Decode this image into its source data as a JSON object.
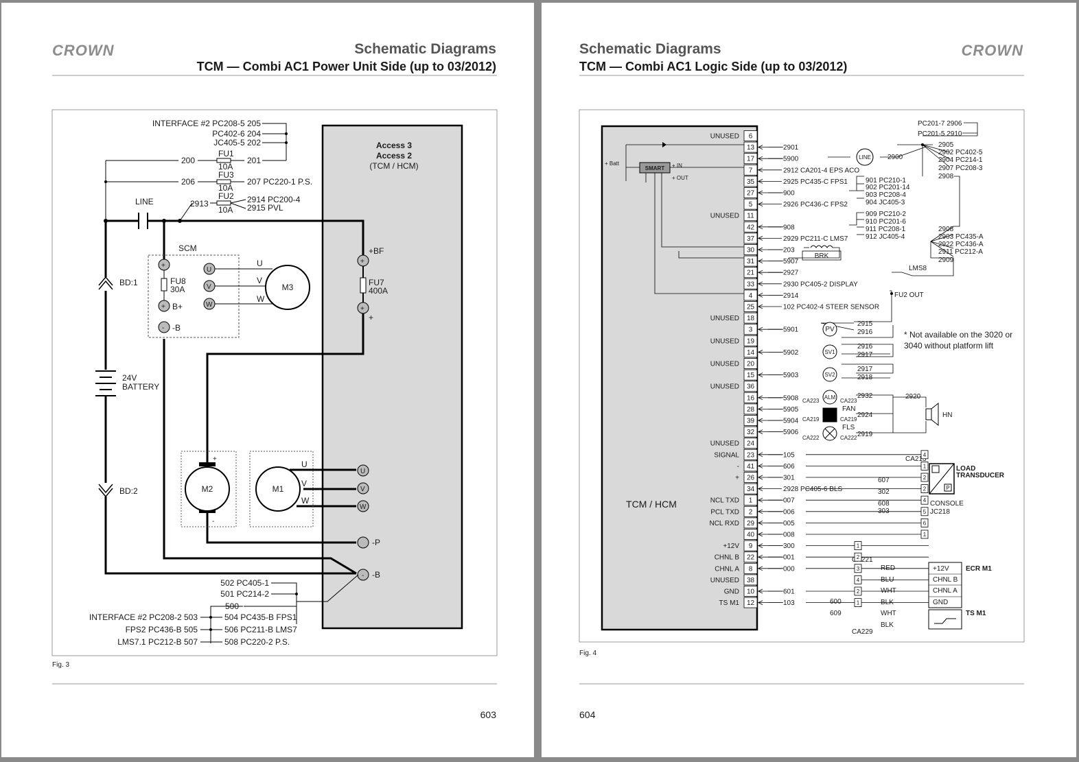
{
  "left": {
    "logo": "CROWN",
    "section_title": "Schematic Diagrams",
    "subtitle": "TCM — Combi AC1 Power Unit Side (up to 03/2012)",
    "fig": "Fig. 3",
    "page_number": "603",
    "block_title": [
      "Access 3",
      "Access 2",
      "(TCM / HCM)"
    ],
    "labels": {
      "if205": "INTERFACE #2 PC208-5 205",
      "pc402": "PC402-6 204",
      "jc405": "JC405-5 202",
      "w200": "200",
      "w201": "201",
      "fu1": "FU1",
      "fu1a": "10A",
      "w206": "206",
      "w207": "207 PC220-1 P.S.",
      "fu3": "FU3",
      "fu3a": "10A",
      "line": "LINE",
      "w2913": "2913",
      "fu2": "FU2",
      "fu2a": "10A",
      "w2914": "2914 PC200-4",
      "w2915": "2915 PVL",
      "scm": "SCM",
      "fu8": "FU8",
      "fu8a": "30A",
      "bplus": "B+",
      "bminus": "-B",
      "u": "U",
      "v": "V",
      "w": "W",
      "m3": "M3",
      "m2": "M2",
      "m1": "M1",
      "bd1": "BD:1",
      "bd2": "BD:2",
      "batt_v": "24V",
      "batt": "BATTERY",
      "bf": "+BF",
      "fu7": "FU7",
      "fu7a": "400A",
      "plus": "+",
      "minus_p": "-P",
      "minus_b": "-B",
      "p502": "502 PC405-1",
      "p501": "501 PC214-2",
      "p500": "500",
      "if503": "INTERFACE #2 PC208-2 503",
      "p504": "504 PC435-B FPS1",
      "fps2": "FPS2 PC436-B 505",
      "p506": "506 PC211-B LMS7",
      "lms71": "LMS7.1 PC212-B 507",
      "p508": "508 PC220-2 P.S."
    }
  },
  "right": {
    "logo": "CROWN",
    "section_title": "Schematic Diagrams",
    "subtitle": "TCM — Combi AC1 Logic Side (up to 03/2012)",
    "fig": "Fig. 4",
    "page_number": "604",
    "module_label": "TCM / HCM",
    "note": [
      "* Not available on the 3020 or",
      "3040 without platform lift"
    ],
    "pins": [
      {
        "side": "UNUSED",
        "pin": "6",
        "wire": ""
      },
      {
        "side": "",
        "pin": "13",
        "wire": "2901"
      },
      {
        "side": "",
        "pin": "17",
        "wire": "5900"
      },
      {
        "side": "",
        "pin": "7",
        "wire": "2912 CA201-4 EPS ACO"
      },
      {
        "side": "",
        "pin": "35",
        "wire": "2925 PC435-C FPS1"
      },
      {
        "side": "",
        "pin": "27",
        "wire": "900"
      },
      {
        "side": "",
        "pin": "5",
        "wire": "2926 PC436-C FPS2"
      },
      {
        "side": "UNUSED",
        "pin": "11",
        "wire": ""
      },
      {
        "side": "",
        "pin": "42",
        "wire": "908"
      },
      {
        "side": "",
        "pin": "37",
        "wire": "2929 PC211-C LMS7"
      },
      {
        "side": "",
        "pin": "30",
        "wire": "203"
      },
      {
        "side": "",
        "pin": "31",
        "wire": "5907"
      },
      {
        "side": "",
        "pin": "21",
        "wire": "2927"
      },
      {
        "side": "",
        "pin": "33",
        "wire": "2930 PC405-2 DISPLAY"
      },
      {
        "side": "",
        "pin": "4",
        "wire": "2914"
      },
      {
        "side": "",
        "pin": "25",
        "wire": "102 PC402-4 STEER SENSOR"
      },
      {
        "side": "UNUSED",
        "pin": "18",
        "wire": ""
      },
      {
        "side": "",
        "pin": "3",
        "wire": "5901"
      },
      {
        "side": "UNUSED",
        "pin": "19",
        "wire": ""
      },
      {
        "side": "",
        "pin": "14",
        "wire": "5902"
      },
      {
        "side": "UNUSED",
        "pin": "20",
        "wire": ""
      },
      {
        "side": "",
        "pin": "15",
        "wire": "5903"
      },
      {
        "side": "UNUSED",
        "pin": "36",
        "wire": ""
      },
      {
        "side": "",
        "pin": "16",
        "wire": "5908"
      },
      {
        "side": "",
        "pin": "28",
        "wire": "5905"
      },
      {
        "side": "",
        "pin": "39",
        "wire": "5904"
      },
      {
        "side": "",
        "pin": "32",
        "wire": "5906"
      },
      {
        "side": "UNUSED",
        "pin": "24",
        "wire": ""
      },
      {
        "side": "SIGNAL",
        "pin": "23",
        "wire": "105"
      },
      {
        "side": "-",
        "pin": "41",
        "wire": "606"
      },
      {
        "side": "+",
        "pin": "26",
        "wire": "301"
      },
      {
        "side": "",
        "pin": "34",
        "wire": "2928 PC405-6 BLS"
      },
      {
        "side": "NCL TXD",
        "pin": "1",
        "wire": "007"
      },
      {
        "side": "PCL TXD",
        "pin": "2",
        "wire": "006"
      },
      {
        "side": "NCL RXD",
        "pin": "29",
        "wire": "005"
      },
      {
        "side": "",
        "pin": "40",
        "wire": "008"
      },
      {
        "side": "+12V",
        "pin": "9",
        "wire": "300"
      },
      {
        "side": "CHNL B",
        "pin": "22",
        "wire": "001"
      },
      {
        "side": "CHNL A",
        "pin": "8",
        "wire": "000"
      },
      {
        "side": "UNUSED",
        "pin": "38",
        "wire": ""
      },
      {
        "side": "GND",
        "pin": "10",
        "wire": "601"
      },
      {
        "side": "TS M1",
        "pin": "12",
        "wire": "103"
      }
    ],
    "labels": {
      "pc2017": "PC201-7 2906",
      "pc2015": "PC201-5 2910",
      "w2905": "2905",
      "w2902": "2902 PC402-5",
      "w2904": "2904 PC214-1",
      "w2907": "2907 PC208-3",
      "w2908a": "2908",
      "line": "LINE",
      "w2900": "2900",
      "batt": "+ Batt",
      "smart": "SMART",
      "in": "+ IN",
      "out": "+ OUT",
      "w901": "901 PC210-1",
      "w902": "902 PC201-14",
      "w903": "903 PC208-4",
      "w904": "904 JC405-3",
      "w909": "909 PC210-2",
      "w910": "910 PC201-6",
      "w911": "911 PC208-1",
      "w912": "912 JC405-4",
      "w2908b": "2908",
      "w2903": "2903 PC435-A",
      "w2922": "2922 PC436-A",
      "w2911": "2911 PC212-A",
      "w2909": "2909",
      "brk": "BRK",
      "lms8": "LMS8",
      "fu2out": "FU2 OUT",
      "pv": "PV",
      "w2915": "2915",
      "w2916a": "2916",
      "sv1": "SV1",
      "w2916b": "2916",
      "w2917a": "2917",
      "sv2": "SV2",
      "w2917b": "2917",
      "w2918": "2918",
      "alm": "ALM",
      "w2932": "2932",
      "w2920": "2920",
      "hn": "HN",
      "ca223a": "CA223",
      "ca223b": "CA223",
      "fan": "FAN",
      "w2924": "2924",
      "ca219a": "CA219",
      "ca219b": "CA219",
      "fls": "FLS",
      "w2919": "2919",
      "ca222a": "CA222",
      "ca222b": "CA222",
      "ca213": "CA213",
      "load": "LOAD",
      "transducer": "TRANSDUCER",
      "p": "P",
      "w607": "607",
      "w302": "302",
      "w608": "608",
      "w303": "303",
      "console": "CONSOLE",
      "jc218": "JC218",
      "ca221": "CA221",
      "ca229": "CA229",
      "w600": "600",
      "w609": "609",
      "red": "RED",
      "blu": "BLU",
      "wht1": "WHT",
      "blk1": "BLK",
      "wht2": "WHT",
      "blk2": "BLK",
      "ecr_12v": "+12V",
      "ecr_b": "CHNL B",
      "ecr_a": "CHNL A",
      "ecr_gnd": "GND",
      "ecrm1": "ECR M1",
      "tsm1": "TS M1"
    }
  }
}
